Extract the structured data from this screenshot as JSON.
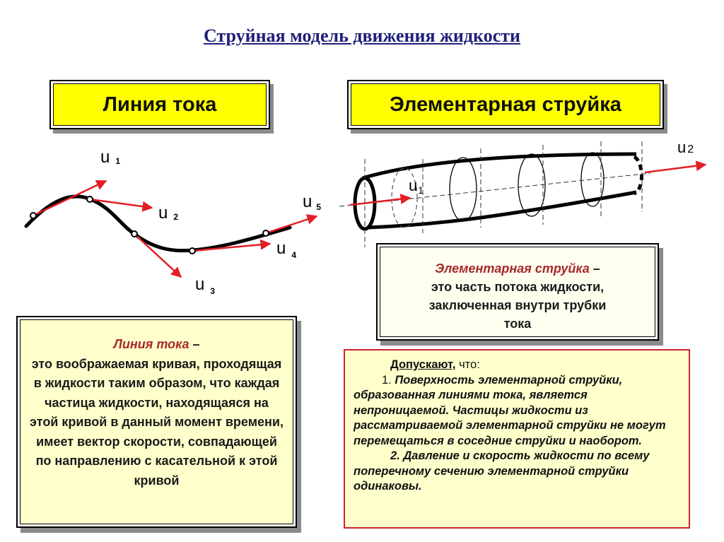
{
  "title": "Струйная модель движения жидкости",
  "streamline": {
    "header": "Линия тока",
    "labels": {
      "u1": "u",
      "u1_sub": "1",
      "u2": "u",
      "u2_sub": "2",
      "u3": "u",
      "u3_sub": "3",
      "u4": "u",
      "u4_sub": "4",
      "u5": "u",
      "u5_sub": "5"
    },
    "definition": {
      "term": "Линия тока",
      "dash": " –",
      "text": "это воображаемая кривая, проходящая в жидкости таким образом, что каждая частица жидкости, находящаяся на этой кривой в данный момент времени, имеет вектор скорости, совпадающей по направлению с касательной к этой кривой"
    }
  },
  "streamtube": {
    "header": "Элементарная струйка",
    "labels": {
      "u_in": "u",
      "u_in_sub": "1",
      "u_out": "u",
      "u_out_sub": "2"
    },
    "definition": {
      "term": "Элементарная струйка",
      "dash": " –",
      "line1": "это  часть потока жидкости,",
      "line2": "заключенная внутри трубки",
      "line3": "тока"
    }
  },
  "assumptions": {
    "lead": "Допускают,",
    "lead_rest": " что:",
    "item1_num": "1. ",
    "item1": "Поверхность элементарной струйки, образованная линиями тока, является непроницаемой. Частицы жидкости из рассматриваемой элементарной струйки не могут перемещаться в соседние струйки и наоборот.",
    "item2": "2. Давление и скорость жидкости по всему поперечному сечению элементарной струйки одинаковы."
  },
  "colors": {
    "title": "#1f1f7a",
    "header_fill": "#ffff00",
    "arrow": "#e31e24",
    "term": "#a52a2a",
    "def_left_bg": "#ffffcc",
    "def_right_bg": "#fffff0",
    "note_bg": "#ffffcc",
    "note_border": "#cc2233"
  }
}
